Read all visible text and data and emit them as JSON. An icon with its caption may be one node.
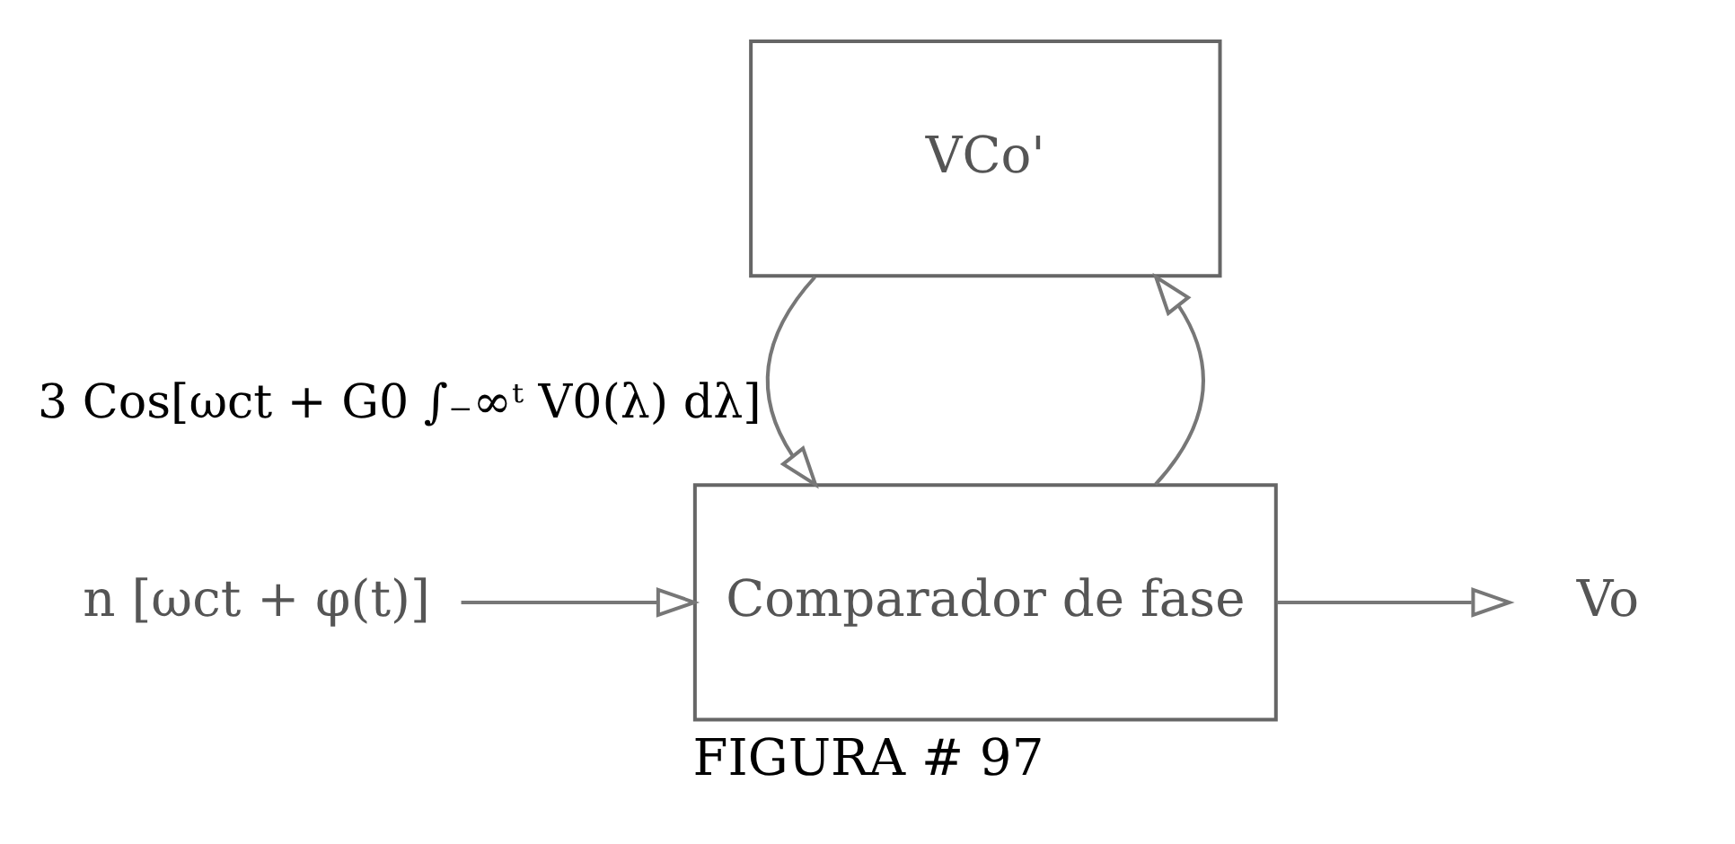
{
  "diagram": {
    "caption": "FIGURA # 97",
    "nodes": [
      {
        "text": [
          "n [ωct + φ(t)]"
        ]
      },
      {
        "text": [
          "Comparador de fase"
        ]
      },
      {
        "text": [
          "Vo"
        ]
      },
      {
        "text": [
          "VCo'"
        ]
      }
    ],
    "edges": [
      {
        "from": 0,
        "to": 1,
        "arrow": "to"
      },
      {
        "from": 1,
        "to": 2,
        "arrow": "to"
      },
      {
        "from": 1,
        "to": 3,
        "arrow": "to"
      },
      {
        "from": 3,
        "to": 1,
        "arrow": "to",
        "label": "3 Cos[ωct + G0 ∫₋∞ᵗ V0(λ) dλ]"
      }
    ]
  }
}
